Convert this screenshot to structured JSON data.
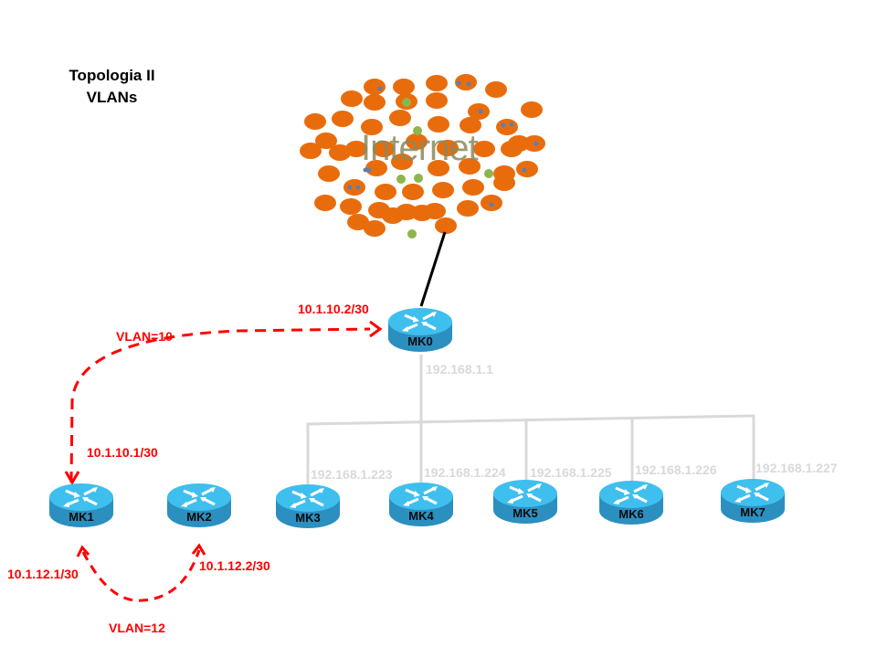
{
  "title": {
    "line1": "Topologia II",
    "line2": "VLANs"
  },
  "internet": {
    "label": "Internet",
    "cloud_color": "#e96c0c",
    "dot_green": "#8db64a",
    "dot_blue": "#5a7fb5"
  },
  "colors": {
    "vlan_link": "#ff0000",
    "lan_bus": "#d9d9d9",
    "uplink": "#000000",
    "router_top": "#3fbfee",
    "router_side": "#2b8fc0"
  },
  "routers": [
    {
      "id": "MK0",
      "name": "MK0",
      "lan_ip": "192.168.1.1"
    },
    {
      "id": "MK1",
      "name": "MK1"
    },
    {
      "id": "MK2",
      "name": "MK2"
    },
    {
      "id": "MK3",
      "name": "MK3",
      "lan_ip": "192.168.1.223"
    },
    {
      "id": "MK4",
      "name": "MK4",
      "lan_ip": "192.168.1.224"
    },
    {
      "id": "MK5",
      "name": "MK5",
      "lan_ip": "192.168.1.225"
    },
    {
      "id": "MK6",
      "name": "MK6",
      "lan_ip": "192.168.1.226"
    },
    {
      "id": "MK7",
      "name": "MK7",
      "lan_ip": "192.168.1.227"
    }
  ],
  "vlans": [
    {
      "label": "VLAN=10",
      "from": "MK1",
      "to": "MK0",
      "ip_from": "10.1.10.1/30",
      "ip_to": "10.1.10.2/30"
    },
    {
      "label": "VLAN=12",
      "from": "MK1",
      "to": "MK2",
      "ip_from": "10.1.12.1/30",
      "ip_to": "10.1.12.2/30"
    }
  ]
}
